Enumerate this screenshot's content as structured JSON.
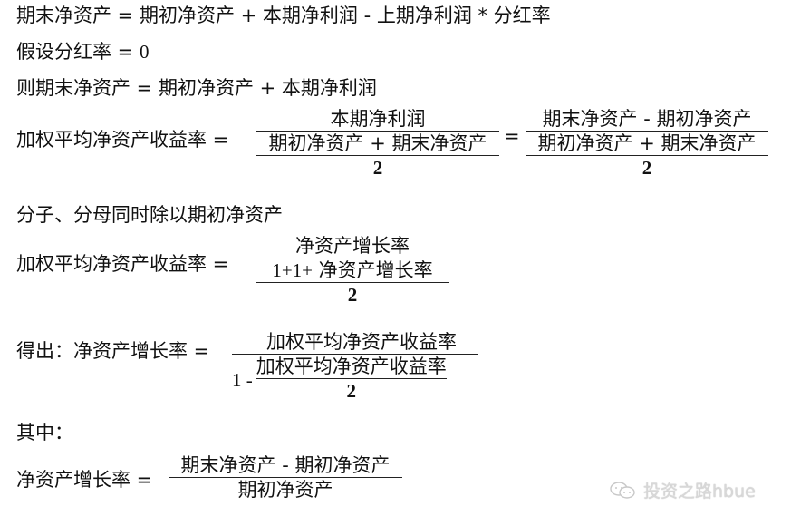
{
  "lines": {
    "l1": "期末净资产 = 期初净资产 + 本期净利润 - 上期净利润 * 分红率",
    "l2_text": "假设分红率 = ",
    "l2_val": "0",
    "l3": "则期末净资产 = 期初净资产 + 本期净利润"
  },
  "roe_formula": {
    "lhs": "加权平均净资产收益率 =",
    "frac1_num": "本期净利润",
    "frac1_den_top": "期初净资产 + 期末净资产",
    "frac1_den_bottom": "2",
    "eq": "=",
    "frac2_num": "期末净资产 - 期初净资产",
    "frac2_den_top": "期初净资产 + 期末净资产",
    "frac2_den_bottom": "2"
  },
  "divide_note": "分子、分母同时除以期初净资产",
  "roe_formula2": {
    "lhs": "加权平均净资产收益率 =",
    "num": "净资产增长率",
    "den_top_prefix": "1+1+",
    "den_top_rest": " 净资产增长率",
    "den_bottom": "2"
  },
  "result": {
    "lhs": "得出：净资产增长率 =",
    "num": "加权平均净资产收益率",
    "den_prefix": "1 -",
    "den_frac_num": "加权平均净资产收益率",
    "den_frac_den": "2"
  },
  "where_label": "其中：",
  "growth_formula": {
    "lhs": "净资产增长率 =",
    "num": "期末净资产 - 期初净资产",
    "den": "期初净资产"
  },
  "watermark": {
    "icon": "wechat-icon",
    "text": "投资之路hbue"
  }
}
